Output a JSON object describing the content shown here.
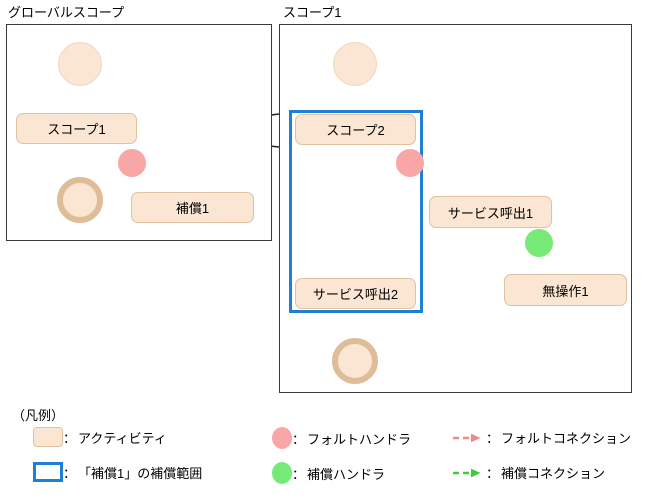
{
  "diagram": {
    "panels": [
      {
        "id": "global-scope",
        "title": "グローバルスコープ"
      },
      {
        "id": "scope1",
        "title": "スコープ1"
      }
    ],
    "global_scope": {
      "start_event": "start-event",
      "activity": "スコープ1",
      "end_event": "end-event",
      "fault_handler": "fault-handler",
      "compensation_activity": "補償1"
    },
    "scope1_panel": {
      "start_event": "start-event",
      "activity_scope2": "スコープ2",
      "activity_service_call_2": "サービス呼出2",
      "end_event": "end-event",
      "fault_handler": "fault-handler",
      "activity_service_call_1": "サービス呼出1",
      "compensation_handler": "compensation-handler",
      "activity_noop_1": "無操作1",
      "compensation_scope_label": "compensation-scope-highlight"
    }
  },
  "legend": {
    "title": "（凡例）",
    "rows": [
      {
        "sep": "：",
        "label": "アクティビティ"
      },
      {
        "sep": "：",
        "label": "「補償1」の補償範囲"
      },
      {
        "sep": "：",
        "label": "フォルトハンドラ"
      },
      {
        "sep": "：",
        "label": "補償ハンドラ"
      },
      {
        "sep": "：",
        "label": "フォルトコネクション"
      },
      {
        "sep": "：",
        "label": "補償コネクション"
      }
    ]
  },
  "colors": {
    "activity_fill": "#fae6d2",
    "activity_border": "#e0c2a0",
    "fault": "#f9a6a6",
    "compensation": "#76ea76",
    "scope_highlight": "#1e7fd4",
    "flow": "#000000",
    "panel_border": "#3a3a3a",
    "end_event_ring": "#dfbd99"
  }
}
